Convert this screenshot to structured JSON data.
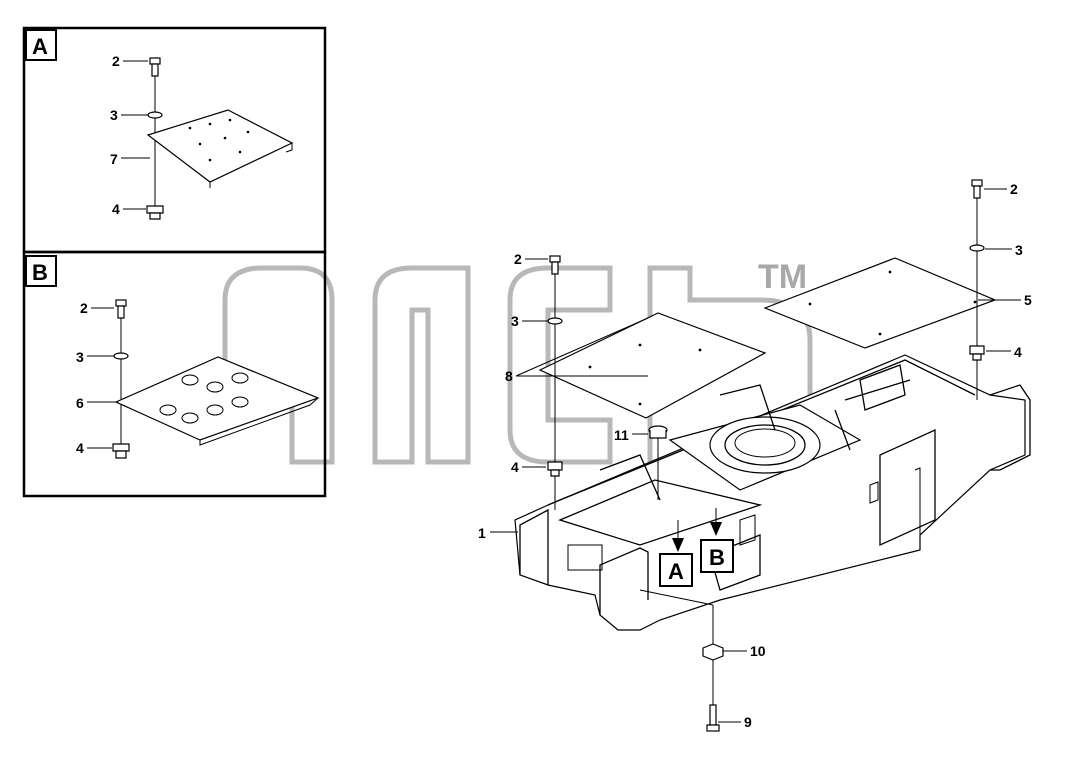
{
  "watermark": {
    "logo": "ancb",
    "trademark": "TM"
  },
  "detail_views": [
    {
      "letter": "A",
      "callouts": [
        "2",
        "3",
        "7",
        "4"
      ]
    },
    {
      "letter": "B",
      "callouts": [
        "2",
        "3",
        "6",
        "4"
      ]
    }
  ],
  "main_view": {
    "callouts": [
      "1",
      "2",
      "3",
      "8",
      "4",
      "11",
      "2",
      "3",
      "5",
      "4",
      "10",
      "9"
    ],
    "view_markers": [
      "A",
      "B"
    ]
  }
}
